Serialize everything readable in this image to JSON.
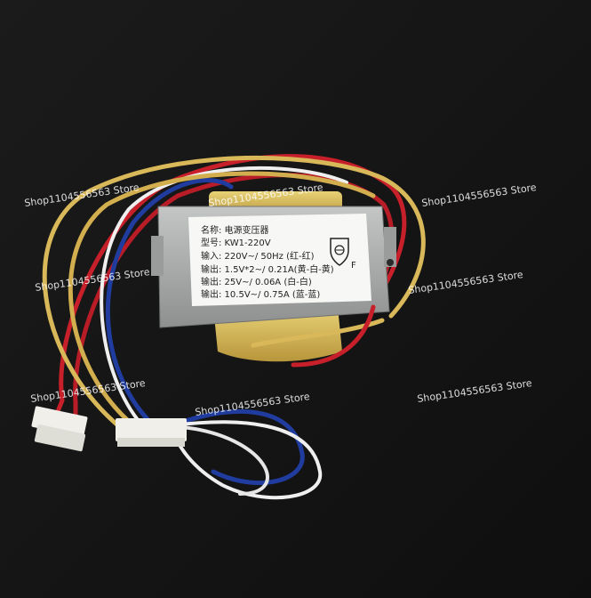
{
  "label": {
    "lines": [
      "名称: 电源变压器",
      "型号: KW1-220V",
      "输入: 220V~/ 50Hz (红-红)",
      "输出: 1.5V*2~/ 0.21A(黄-白-黄)",
      "输出: 25V~/ 0.06A (白-白)",
      "输出: 10.5V~/ 0.75A (蓝-蓝)"
    ],
    "cert_mark": "F"
  },
  "watermarks": [
    "Shop1104556563 Store",
    "Shop1104556563 Store",
    "Shop1104556563 Store",
    "Shop1104556563 Store",
    "Shop1104556563 Store",
    "Shop1104556563 Store",
    "Shop1104556563 Store",
    "Shop1104556563 Store"
  ],
  "colors": {
    "background": "#141414",
    "wire_red": "#c8202a",
    "wire_yellow": "#d9b85a",
    "wire_white": "#f2f2f2",
    "wire_blue": "#1f3c9e",
    "connector": "#f0efe9",
    "core_steel": "#a9abab",
    "coil_bobbin": "#e3c864"
  }
}
